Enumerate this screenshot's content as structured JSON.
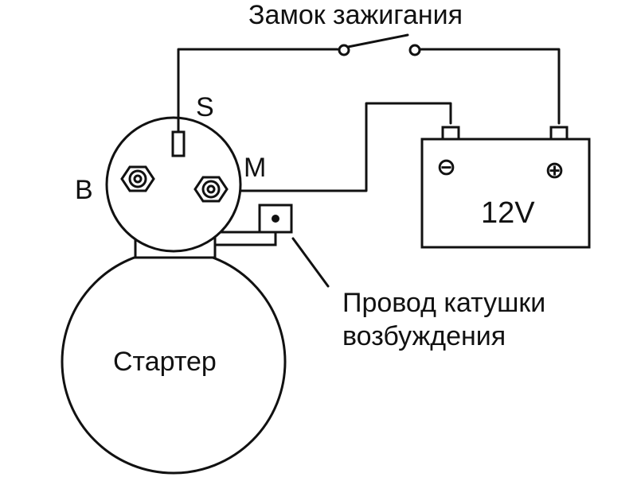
{
  "labels": {
    "ignition_switch": "Замок зажигания",
    "terminal_s": "S",
    "terminal_m": "M",
    "terminal_b": "B",
    "battery_voltage": "12V",
    "battery_minus": "⊖",
    "battery_plus": "⊕",
    "starter": "Стартер",
    "field_coil_wire_line1": "Провод катушки",
    "field_coil_wire_line2": "возбуждения"
  },
  "colors": {
    "line": "#111111",
    "background": "#ffffff"
  }
}
